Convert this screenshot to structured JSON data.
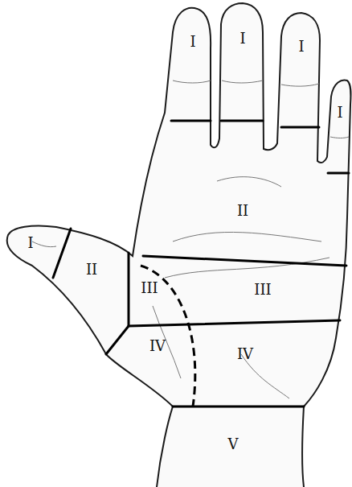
{
  "diagram": {
    "labels": [
      "I",
      "I",
      "I",
      "I",
      "I",
      "II",
      "II",
      "III",
      "III",
      "IV",
      "IV",
      "V"
    ]
  }
}
